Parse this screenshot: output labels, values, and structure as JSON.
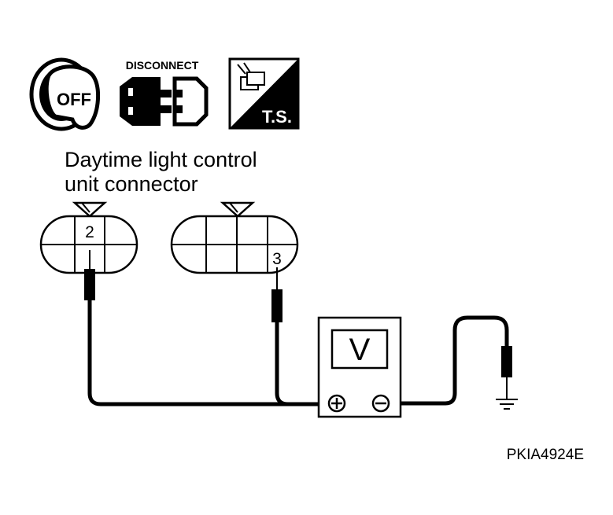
{
  "icons": {
    "ignition": {
      "name": "ignition-key-off-icon",
      "label": "OFF"
    },
    "disconnect": {
      "name": "disconnect-connector-icon",
      "label": "DISCONNECT"
    },
    "tool": {
      "name": "ts-tool-icon",
      "label": "T.S."
    }
  },
  "caption": {
    "line1": "Daytime light control",
    "line2": "unit connector"
  },
  "connector_left": {
    "pin_label": "2"
  },
  "connector_right": {
    "pin_label": "3"
  },
  "voltmeter": {
    "display": "V",
    "positive_terminal": "⊕",
    "negative_terminal": "⊖"
  },
  "ground_symbol": "ground-icon",
  "reference_code": "PKIA4924E"
}
